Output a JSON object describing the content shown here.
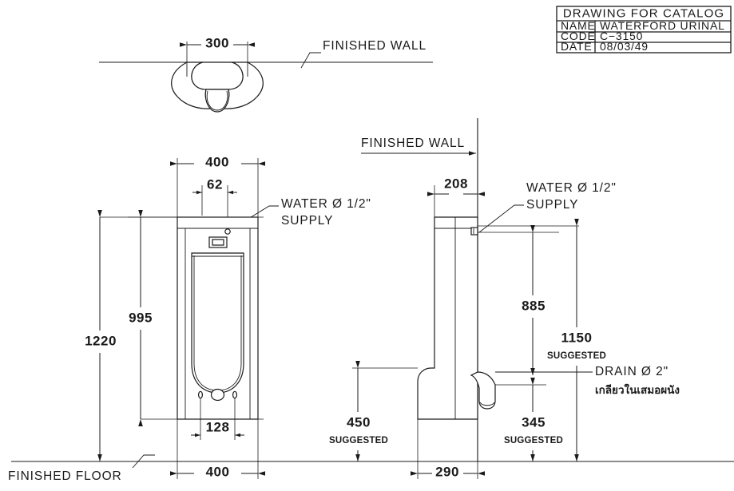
{
  "title_block": {
    "heading": "DRAWING  FOR  CATALOG",
    "rows": [
      {
        "label": "NAME",
        "value": "WATERFORD  URINAL"
      },
      {
        "label": "CODE",
        "value": "C−3150"
      },
      {
        "label": "DATE",
        "value": "08/03/49"
      }
    ]
  },
  "plan_view": {
    "dimension_width": "300",
    "wall_label": "FINISHED  WALL"
  },
  "front_view": {
    "dim_top_width": "400",
    "dim_inlet_offset": "62",
    "dim_height_fixture": "995",
    "dim_height_total": "1220",
    "dim_bottom_holes": "128",
    "dim_bottom_width": "400",
    "water_note_line1": "WATER Ø 1/2\"",
    "water_note_line2": "SUPPLY",
    "floor_label": "FINISHED  FLOOR"
  },
  "side_view": {
    "wall_label": "FINISHED  WALL",
    "dim_depth_top": "208",
    "dim_depth_bottom": "290",
    "dim_supply_height": "885",
    "dim_suggested_1150": "1150",
    "dim_suggested_1150_note": "SUGGESTED",
    "dim_suggested_450": "450",
    "dim_suggested_450_note": "SUGGESTED",
    "dim_suggested_345": "345",
    "dim_suggested_345_note": "SUGGESTED",
    "water_note_line1": "WATER Ø 1/2\"",
    "water_note_line2": "SUPPLY",
    "drain_note": "DRAIN Ø 2\"",
    "drain_note_thai": "เกลียวในเสมอผนัง"
  },
  "colors": {
    "line": "#1a1a1a",
    "background": "#ffffff"
  }
}
